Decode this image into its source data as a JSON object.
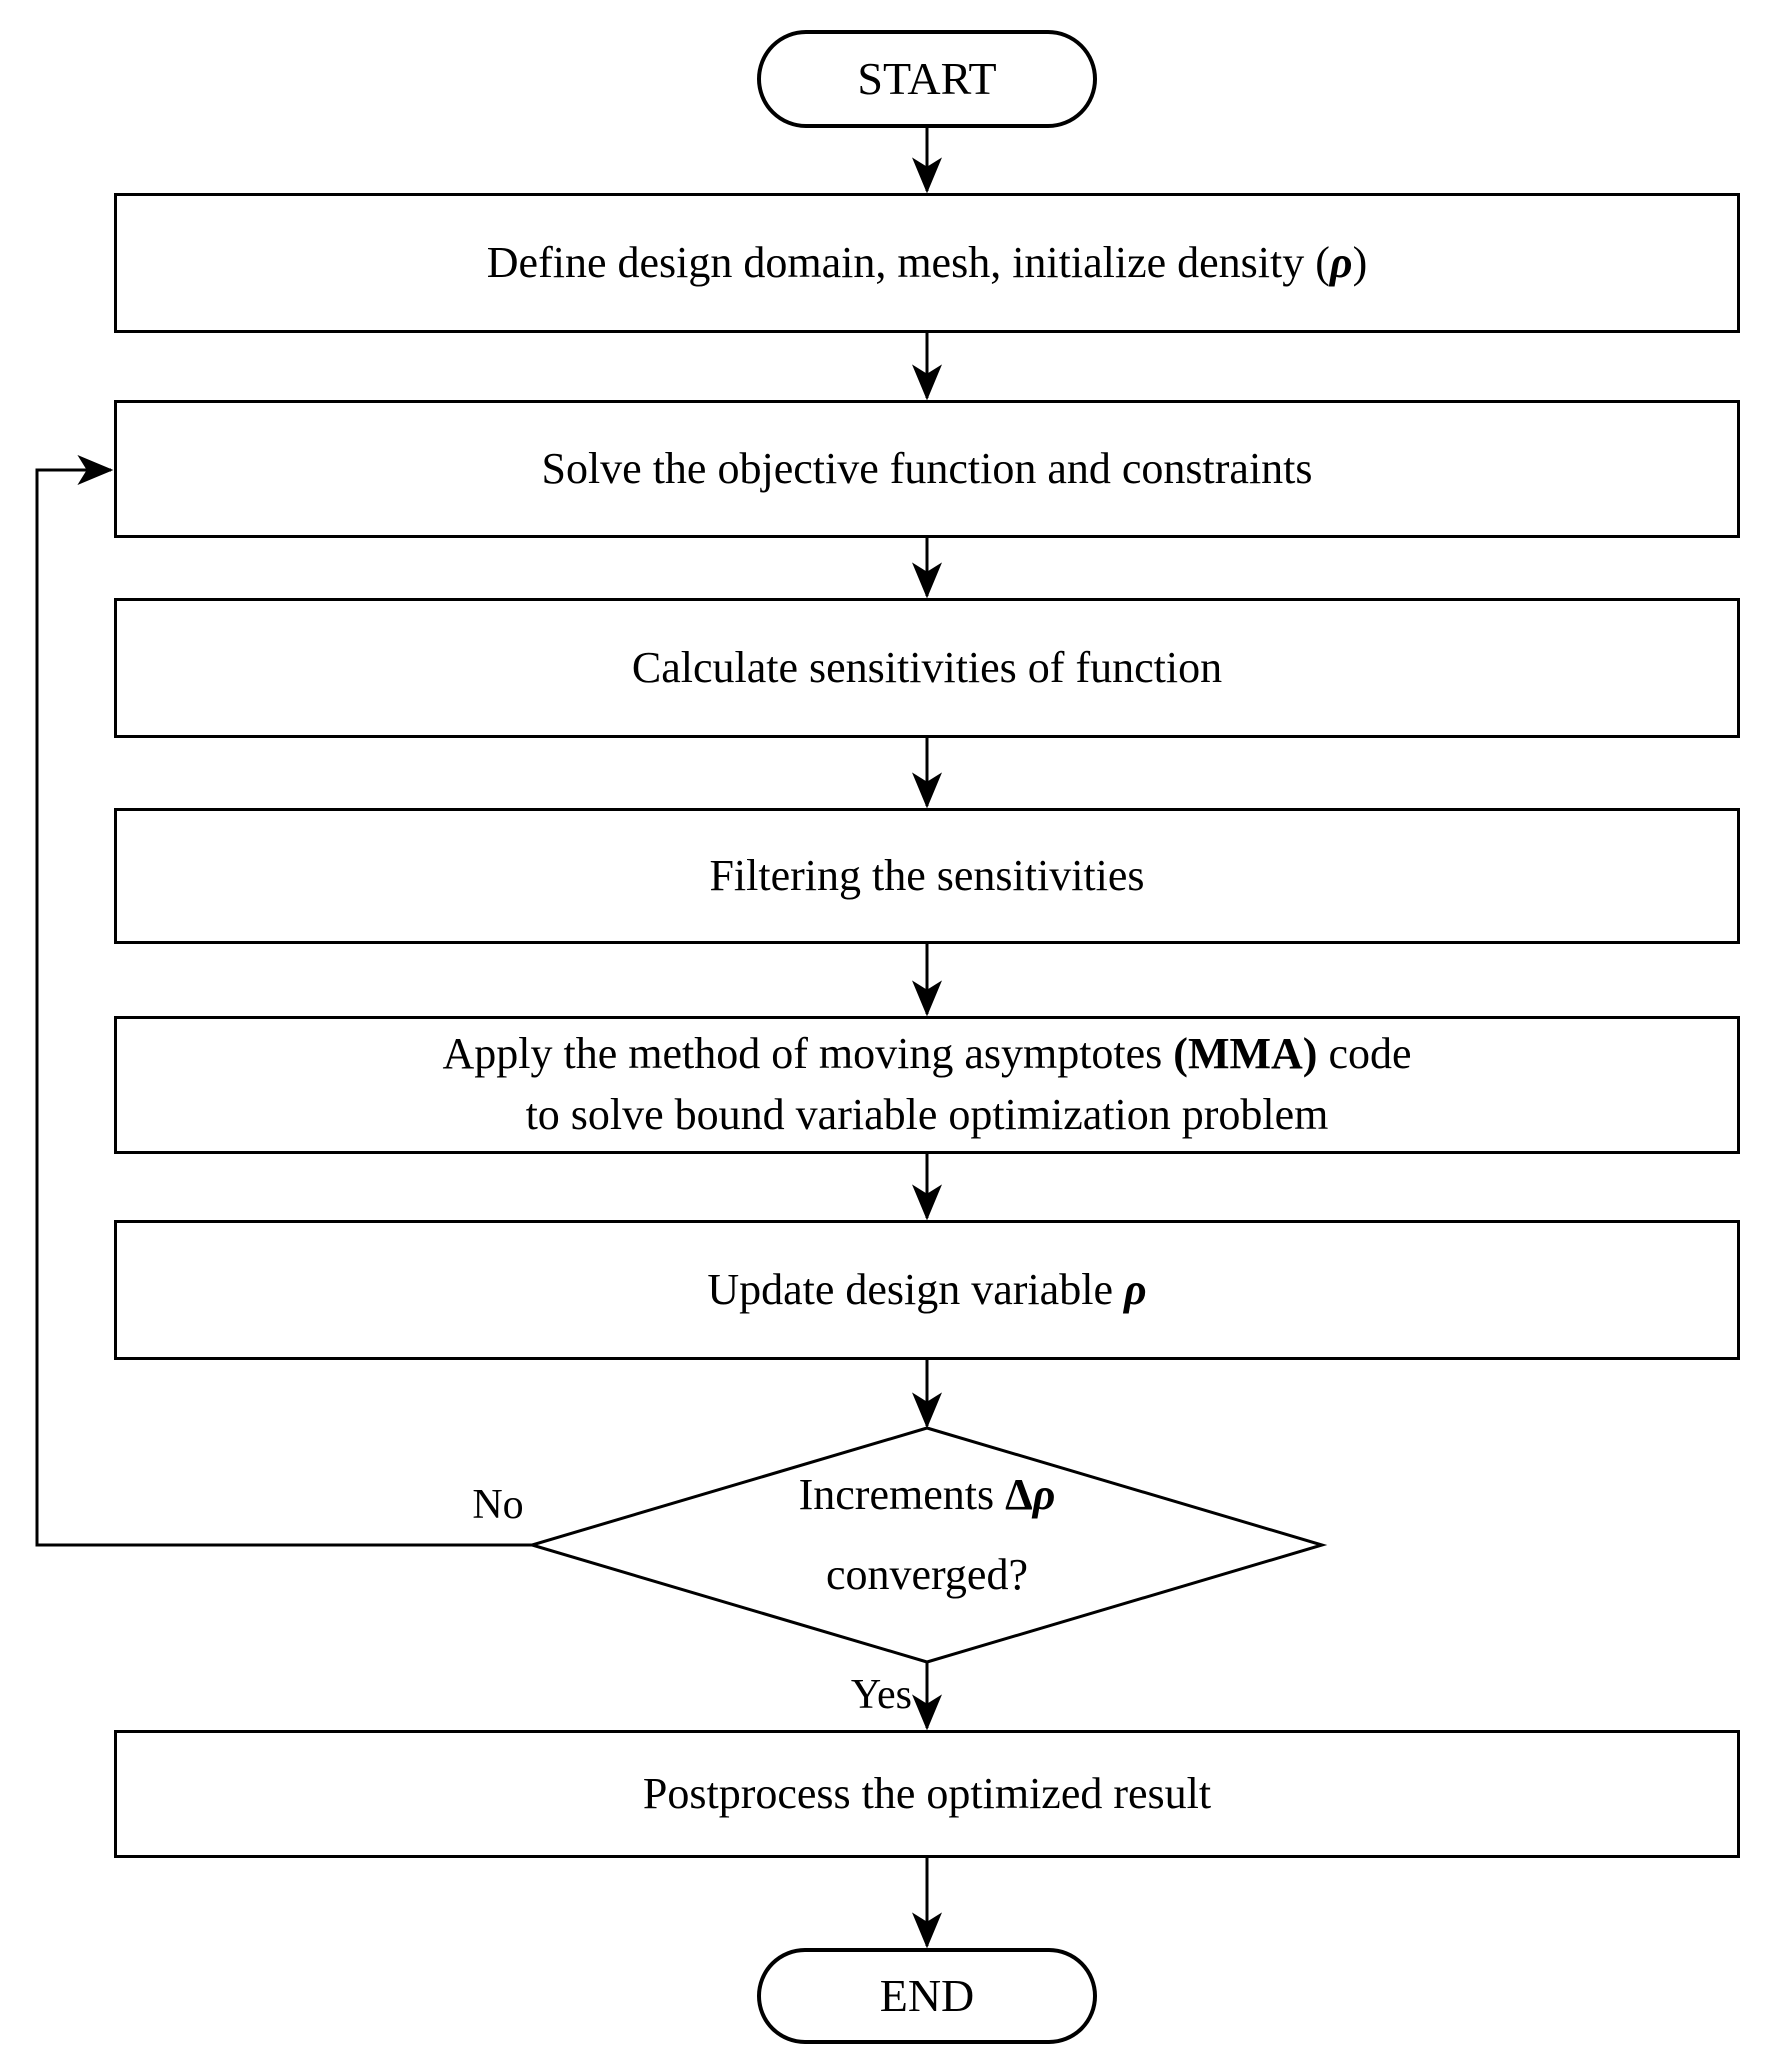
{
  "diagram": {
    "type": "flowchart",
    "background_color": "#ffffff",
    "stroke_color": "#000000",
    "text_color": "#000000",
    "nodes": [
      {
        "id": "start",
        "shape": "terminator",
        "label": "START"
      },
      {
        "id": "define",
        "shape": "process",
        "text": {
          "a": "Define design domain, mesh, initialize density (",
          "rho": "ρ",
          "b": ")"
        }
      },
      {
        "id": "solve",
        "shape": "process",
        "label": "Solve the objective function and constraints"
      },
      {
        "id": "sensitivities",
        "shape": "process",
        "label": "Calculate sensitivities of function"
      },
      {
        "id": "filtering",
        "shape": "process",
        "label": "Filtering the sensitivities"
      },
      {
        "id": "mma",
        "shape": "process",
        "line1": {
          "a": "Apply the method of moving asymptotes ",
          "b": "(MMA)",
          "c": " code"
        },
        "line2": "to solve bound variable optimization problem"
      },
      {
        "id": "update",
        "shape": "process",
        "text": {
          "a": "Update design variable ",
          "rho": "ρ"
        }
      },
      {
        "id": "decision",
        "shape": "decision",
        "line1": {
          "a": "Increments ",
          "delta": "Δ",
          "rho": "ρ"
        },
        "line2": "converged?"
      },
      {
        "id": "postprocess",
        "shape": "process",
        "label": "Postprocess the optimized result"
      },
      {
        "id": "end",
        "shape": "terminator",
        "label": "END"
      }
    ],
    "edges": [
      {
        "from": "start",
        "to": "define",
        "label": ""
      },
      {
        "from": "define",
        "to": "solve",
        "label": ""
      },
      {
        "from": "solve",
        "to": "sensitivities",
        "label": ""
      },
      {
        "from": "sensitivities",
        "to": "filtering",
        "label": ""
      },
      {
        "from": "filtering",
        "to": "mma",
        "label": ""
      },
      {
        "from": "mma",
        "to": "update",
        "label": ""
      },
      {
        "from": "update",
        "to": "decision",
        "label": ""
      },
      {
        "from": "decision",
        "to": "solve",
        "label": "No"
      },
      {
        "from": "decision",
        "to": "postprocess",
        "label": "Yes"
      },
      {
        "from": "postprocess",
        "to": "end",
        "label": ""
      }
    ]
  }
}
